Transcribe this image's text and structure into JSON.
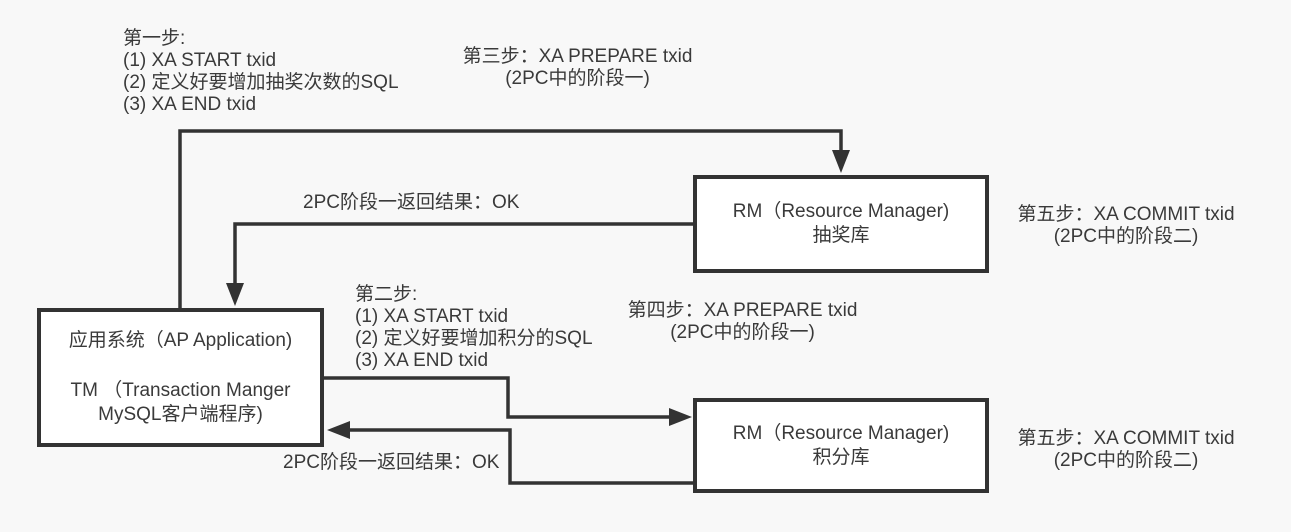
{
  "diagram": {
    "colors": {
      "background": "#f8f8f8",
      "line": "#333333",
      "box_fill": "#ffffff",
      "text": "#3a3a3a"
    },
    "nodes": {
      "ap_tm": {
        "line1": "应用系统（AP Application)",
        "line2": "TM （Transaction Manger",
        "line3": "MySQL客户端程序)"
      },
      "rm_lottery": {
        "line1": "RM（Resource Manager)",
        "line2": "抽奖库"
      },
      "rm_points": {
        "line1": "RM（Resource Manager)",
        "line2": "积分库"
      }
    },
    "steps": {
      "step1": {
        "title": "第一步:",
        "items": [
          "(1) XA START txid",
          "(2) 定义好要增加抽奖次数的SQL",
          "(3) XA END txid"
        ]
      },
      "step2": {
        "title": "第二步:",
        "items": [
          "(1) XA START txid",
          "(2) 定义好要增加积分的SQL",
          "(3) XA END txid"
        ]
      },
      "step3": {
        "line1": "第三步：XA PREPARE txid",
        "line2": "(2PC中的阶段一)"
      },
      "step4": {
        "line1": "第四步：XA PREPARE txid",
        "line2": "(2PC中的阶段一)"
      },
      "step5_lottery": {
        "line1": "第五步：XA COMMIT txid",
        "line2": "(2PC中的阶段二)"
      },
      "step5_points": {
        "line1": "第五步：XA COMMIT txid",
        "line2": "(2PC中的阶段二)"
      }
    },
    "returns": {
      "top": "2PC阶段一返回结果：OK",
      "bottom": "2PC阶段一返回结果：OK"
    }
  }
}
